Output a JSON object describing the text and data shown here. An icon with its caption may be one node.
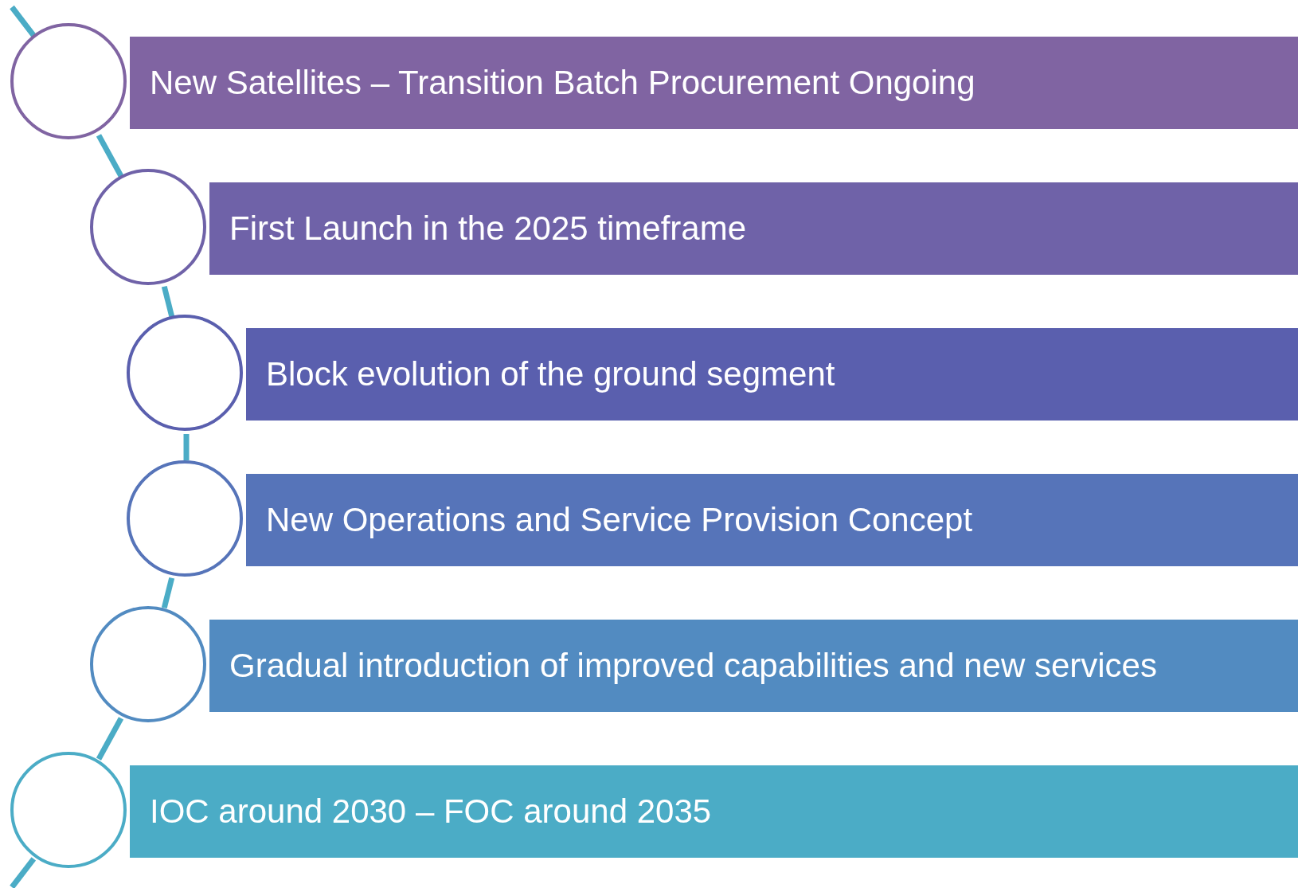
{
  "diagram": {
    "nodes": [
      {
        "text": [],
        "shape": "circle"
      },
      {
        "text": [
          "New Satellites – Transition Batch Procurement Ongoing"
        ]
      },
      {
        "text": [],
        "shape": "circle"
      },
      {
        "text": [
          "First Launch in the 2025 timeframe"
        ]
      },
      {
        "text": [],
        "shape": "circle"
      },
      {
        "text": [
          "Block evolution of the ground segment"
        ]
      },
      {
        "text": [],
        "shape": "circle"
      },
      {
        "text": [
          "New Operations and Service Provision Concept"
        ]
      },
      {
        "text": [],
        "shape": "circle"
      },
      {
        "text": [
          "Gradual introduction of improved capabilities and new services"
        ]
      },
      {
        "text": [],
        "shape": "circle"
      },
      {
        "text": [
          "IOC around 2030 – FOC around 2035"
        ]
      }
    ],
    "edges": [
      {
        "from": null,
        "to": 0,
        "arrow": "none"
      },
      {
        "from": 0,
        "to": 2,
        "arrow": "none"
      },
      {
        "from": 2,
        "to": 4,
        "arrow": "none"
      },
      {
        "from": 4,
        "to": 6,
        "arrow": "none"
      },
      {
        "from": 6,
        "to": 8,
        "arrow": "none"
      },
      {
        "from": 8,
        "to": 10,
        "arrow": "none"
      },
      {
        "from": 10,
        "to": null,
        "arrow": "none"
      }
    ]
  }
}
